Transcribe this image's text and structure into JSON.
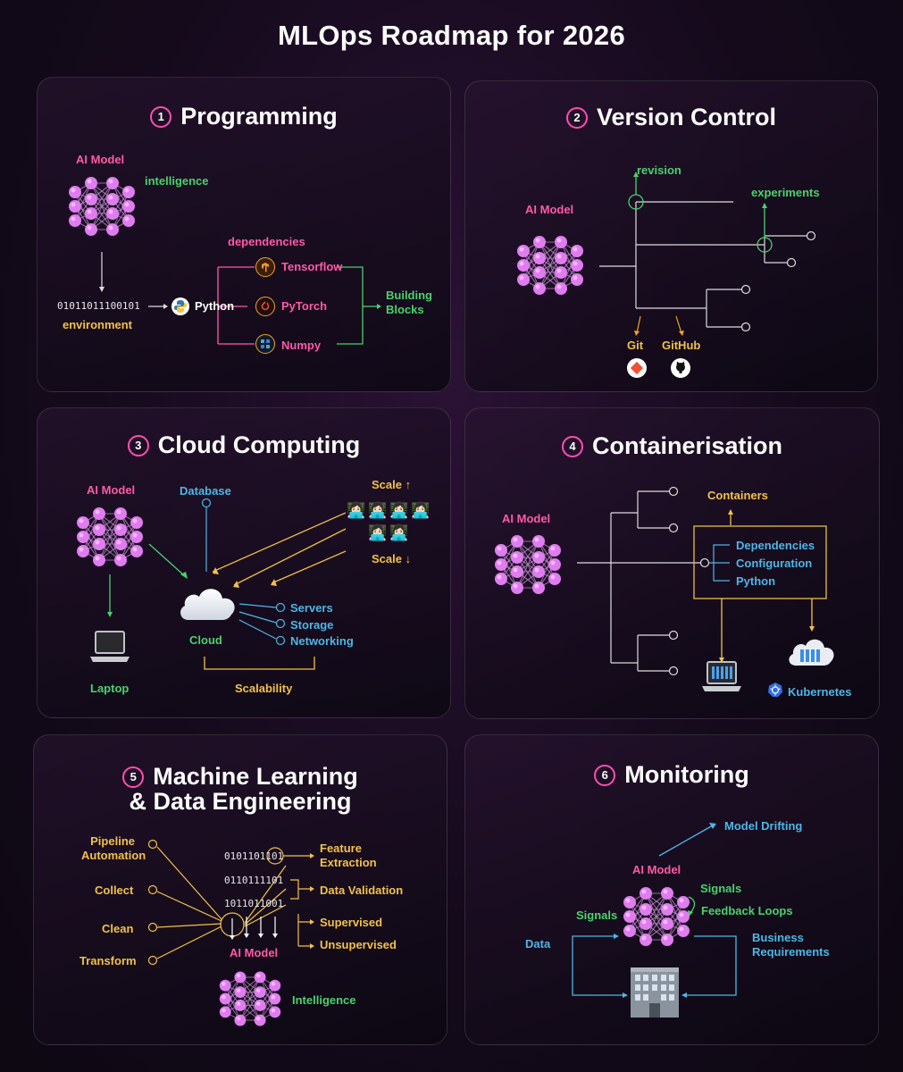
{
  "title": "MLOps Roadmap for 2026",
  "panels": {
    "p1": {
      "num": "1",
      "title": "Programming",
      "ai_model": "AI Model",
      "intelligence": "intelligence",
      "binary": "01011011100101",
      "environment": "environment",
      "python": "Python",
      "dependencies": "dependencies",
      "tensorflow": "Tensorflow",
      "pytorch": "PyTorch",
      "numpy": "Numpy",
      "building_blocks_1": "Building",
      "building_blocks_2": "Blocks"
    },
    "p2": {
      "num": "2",
      "title": "Version Control",
      "ai_model": "AI Model",
      "revision": "revision",
      "experiments": "experiments",
      "git": "Git",
      "github": "GitHub"
    },
    "p3": {
      "num": "3",
      "title": "Cloud Computing",
      "ai_model": "AI Model",
      "database": "Database",
      "scale_up": "Scale ↑",
      "scale_down": "Scale ↓",
      "servers": "Servers",
      "storage": "Storage",
      "networking": "Networking",
      "cloud": "Cloud",
      "laptop": "Laptop",
      "scalability": "Scalability"
    },
    "p4": {
      "num": "4",
      "title": "Containerisation",
      "ai_model": "AI Model",
      "containers": "Containers",
      "dependencies": "Dependencies",
      "configuration": "Configuration",
      "python": "Python",
      "kubernetes": "Kubernetes"
    },
    "p5": {
      "num": "5",
      "title_1": "Machine Learning",
      "title_2": "& Data Engineering",
      "pipeline_1": "Pipeline",
      "pipeline_2": "Automation",
      "collect": "Collect",
      "clean": "Clean",
      "transform": "Transform",
      "bin1": "0101101101",
      "bin2": "0110111101",
      "bin3": "1011011001",
      "feature_1": "Feature",
      "feature_2": "Extraction",
      "data_validation": "Data Validation",
      "supervised": "Supervised",
      "unsupervised": "Unsupervised",
      "ai_model": "AI Model",
      "intelligence": "Intelligence"
    },
    "p6": {
      "num": "6",
      "title": "Monitoring",
      "model_drifting": "Model Drifting",
      "ai_model": "AI Model",
      "signals_right": "Signals",
      "feedback_loops": "Feedback Loops",
      "signals_left": "Signals",
      "data": "Data",
      "business_1": "Business",
      "business_2": "Requirements"
    }
  },
  "colors": {
    "pink": "#ff5aa8",
    "green": "#4ad26b",
    "blue": "#4fb6e6",
    "yellow": "#f3c14b",
    "node": "#e07cf0",
    "accent": "#ff4fb0"
  },
  "icons": [
    "neural-network-icon",
    "python-icon",
    "tensorflow-icon",
    "pytorch-icon",
    "numpy-icon",
    "git-icon",
    "github-icon",
    "cloud-icon",
    "laptop-icon",
    "database-icon",
    "developer-emoji-icon",
    "container-icon",
    "kubernetes-icon",
    "building-icon"
  ]
}
